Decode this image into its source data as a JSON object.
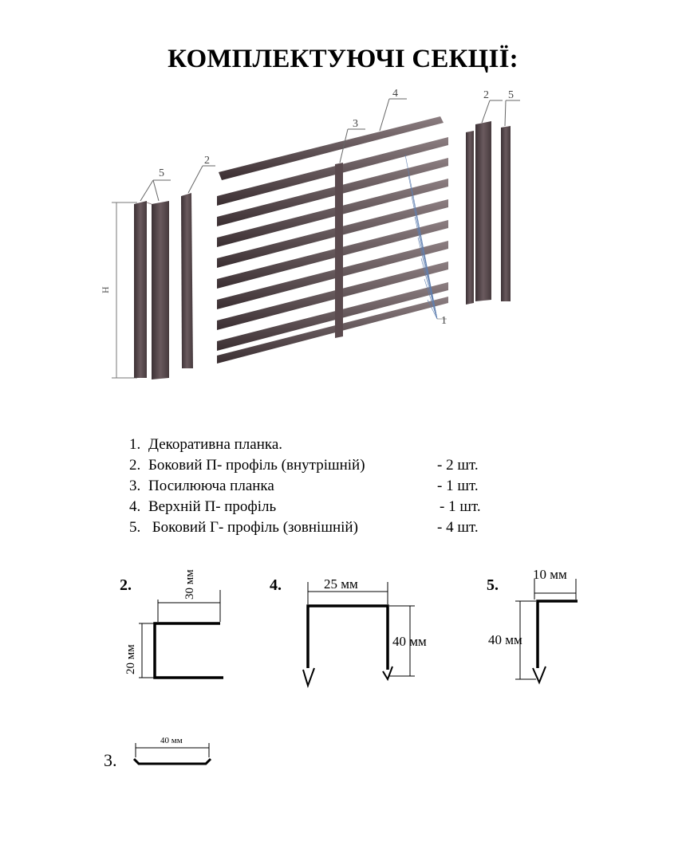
{
  "document": {
    "title": "КОМПЛЕКТУЮЧІ СЕКЦІЇ:",
    "assembly_callouts": {
      "c4": "4",
      "c3": "3",
      "c2_left": "2",
      "c5_left": "5",
      "c2_right": "2",
      "c5_right": "5",
      "c1": "1",
      "height": "H"
    },
    "parts": [
      {
        "num": "1.",
        "name": "Декоративна планка.",
        "qty": ""
      },
      {
        "num": "2.",
        "name": "Боковий П- профіль (внутрішній)",
        "qty": "-  2 шт."
      },
      {
        "num": "3.",
        "name": "Посилююча планка",
        "qty": "-  1 шт."
      },
      {
        "num": "4.",
        "name": "Верхній П- профіль",
        "qty": "-  1 шт."
      },
      {
        "num": "5.",
        "name": " Боковий Г- профіль (зовнішній)",
        "qty": "-  4 шт."
      }
    ],
    "profiles": {
      "p2": {
        "label": "2.",
        "width": "30 мм",
        "height": "20 мм"
      },
      "p4": {
        "label": "4.",
        "width": "25 мм",
        "height": "40 мм"
      },
      "p5": {
        "label": "5.",
        "width": "10 мм",
        "height": "40 мм"
      },
      "p3": {
        "label": "3.",
        "width": "40 мм"
      }
    },
    "colors": {
      "metal": "#5a4a4e",
      "metal_dark": "#3a2e31",
      "metal_light": "#9a8c8f",
      "line": "#000000"
    }
  }
}
